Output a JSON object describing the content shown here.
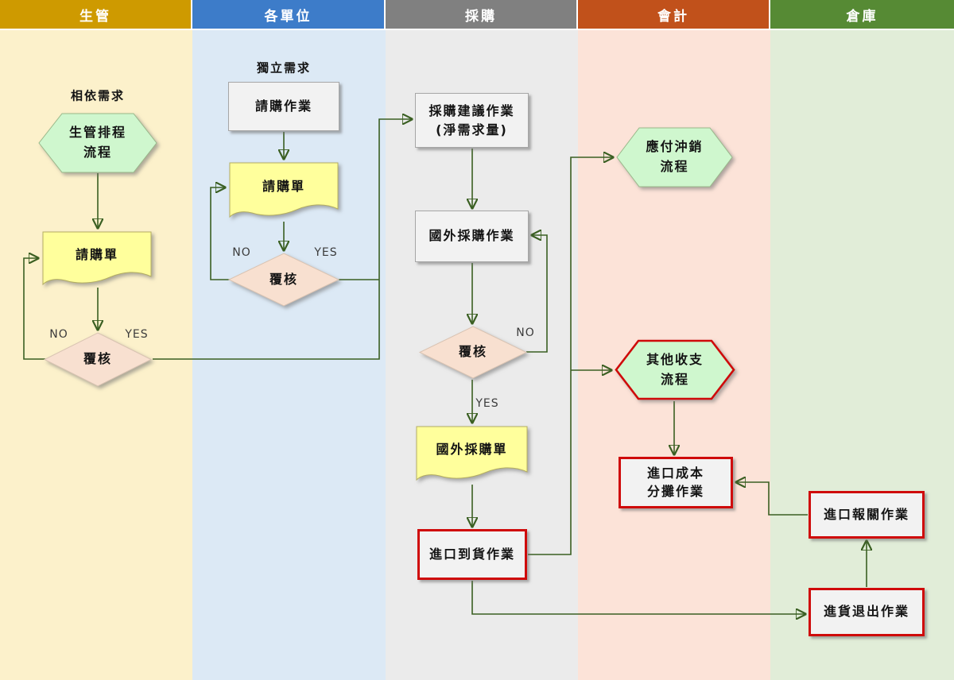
{
  "lanes": [
    {
      "label": "生管",
      "header_color": "#CE9A00",
      "bg_color": "#FCF1CB"
    },
    {
      "label": "各單位",
      "header_color": "#3D7CC9",
      "bg_color": "#DCE9F5"
    },
    {
      "label": "採購",
      "header_color": "#808080",
      "bg_color": "#EBEBEB"
    },
    {
      "label": "會計",
      "header_color": "#C1511B",
      "bg_color": "#FCE3D8"
    },
    {
      "label": "倉庫",
      "header_color": "#568A34",
      "bg_color": "#E1EDD8"
    }
  ],
  "annotations": {
    "dependent_demand": "相依需求",
    "independent_demand": "獨立需求"
  },
  "nodes": {
    "production_schedule_flow": {
      "type": "hexagon",
      "label": "生管排程\n流程"
    },
    "purchase_request_doc_1": {
      "type": "document",
      "label": "請購單"
    },
    "review_1": {
      "type": "decision",
      "label": "覆核"
    },
    "purchase_request_process": {
      "type": "process",
      "label": "請購作業"
    },
    "purchase_request_doc_2": {
      "type": "document",
      "label": "請購單"
    },
    "review_2": {
      "type": "decision",
      "label": "覆核"
    },
    "purchase_suggestion": {
      "type": "process",
      "label": "採購建議作業\n(淨需求量)"
    },
    "foreign_purchase_process": {
      "type": "process",
      "label": "國外採購作業"
    },
    "review_3": {
      "type": "decision",
      "label": "覆核"
    },
    "foreign_purchase_order_doc": {
      "type": "document",
      "label": "國外採購單"
    },
    "import_arrival_process": {
      "type": "process-red",
      "label": "進口到貨作業"
    },
    "payable_writeoff_flow": {
      "type": "hexagon",
      "label": "應付沖銷\n流程"
    },
    "other_income_expense_flow": {
      "type": "hexagon-red",
      "label": "其他收支\n流程"
    },
    "import_cost_allocation": {
      "type": "process-red",
      "label": "進口成本\n分攤作業"
    },
    "import_customs_process": {
      "type": "process-red",
      "label": "進口報關作業"
    },
    "purchase_return_process": {
      "type": "process-red",
      "label": "進貨退出作業"
    }
  },
  "edge_labels": {
    "review1_no": "NO",
    "review1_yes": "YES",
    "review2_no": "NO",
    "review2_yes": "YES",
    "review3_no": "NO",
    "review3_yes": "YES"
  },
  "colors": {
    "arrow": "#3A5F22",
    "red_border": "#CF0A0A",
    "hexagon_fill": "#CFF7CE",
    "document_fill": "#FFFF9C",
    "decision_fill": "#F8E0D0",
    "process_fill": "#F2F2F2"
  }
}
